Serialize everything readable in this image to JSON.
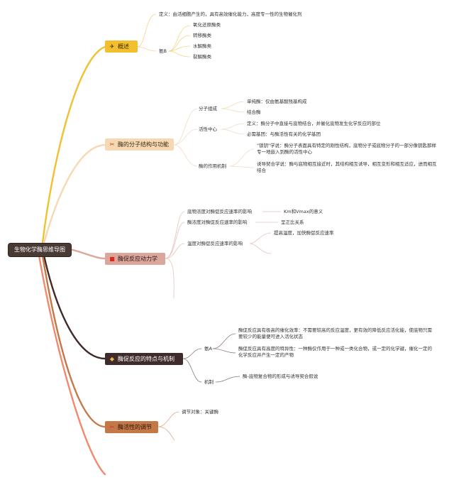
{
  "root": "生物化学酶思维导图",
  "branches": {
    "b1": {
      "label": "概述",
      "icon": "✈",
      "definition": "定义：由活细胞产生的，具有高效催化能力，高度专一性的生物催化剂",
      "sub": "氨B",
      "items": [
        "氧化还原酶类",
        "转移酶类",
        "水解酶类",
        "裂解酶类"
      ]
    },
    "b2": {
      "label": "酶的分子结构与功能",
      "icon": "✂",
      "composition": {
        "label": "分子组成",
        "items": [
          "单纯酶：仅由氨基酸残基构成",
          "结合酶"
        ]
      },
      "active_center": {
        "label": "活性中心",
        "items": [
          "定义：酶分子中直接与底物结合，并催化底物发生化学反应的部位",
          "必需基团：与酶活性有关的化学基团"
        ]
      },
      "mechanism": {
        "label": "酶的作用机制",
        "items": [
          "\"锁钥\"学说：酶分子表面具有特定的刚性结构，底物分子或底物分子的一部分像钥匙那样专一地嵌入到酶的活性中心",
          "诱导契合学说：酶与底物相互接近时，其结构相互诱导，相互变形和相互适应，进而相互结合"
        ]
      }
    },
    "b3": {
      "label": "酶促反应动力学",
      "icon": "■",
      "items": [
        {
          "label": "底物浓度对酶促反应速率的影响",
          "note": "Km和Vmax的意义"
        },
        {
          "label": "酶浓度对酶促反应速率的影响",
          "note": "呈正比关系"
        },
        {
          "label": "温度对酶促反应速率的影响",
          "note": "提高温度，加快酶促反应速率"
        }
      ]
    },
    "b4": {
      "label": "酶促反应的特点与机制",
      "icon": "◆",
      "sub": "氨A",
      "items": [
        "酶促反应具有极高的催化效率：不需要较高的反应温度，更有效的降低反应活化能，使底物只需要较少的能量便可进入活化状态",
        "酶促反应具有高度的特异性：一种酶仅作用于一种或一类化合物，或一定的化学键，催化一定的化学反应并产生一定的产物"
      ],
      "mechanism": {
        "label": "机制",
        "item": "酶-底物复合物的形成与诱导契合假说"
      }
    },
    "b5": {
      "label": "酶活性的调节",
      "icon": "✂",
      "item": "调节对象：关键酶"
    }
  }
}
